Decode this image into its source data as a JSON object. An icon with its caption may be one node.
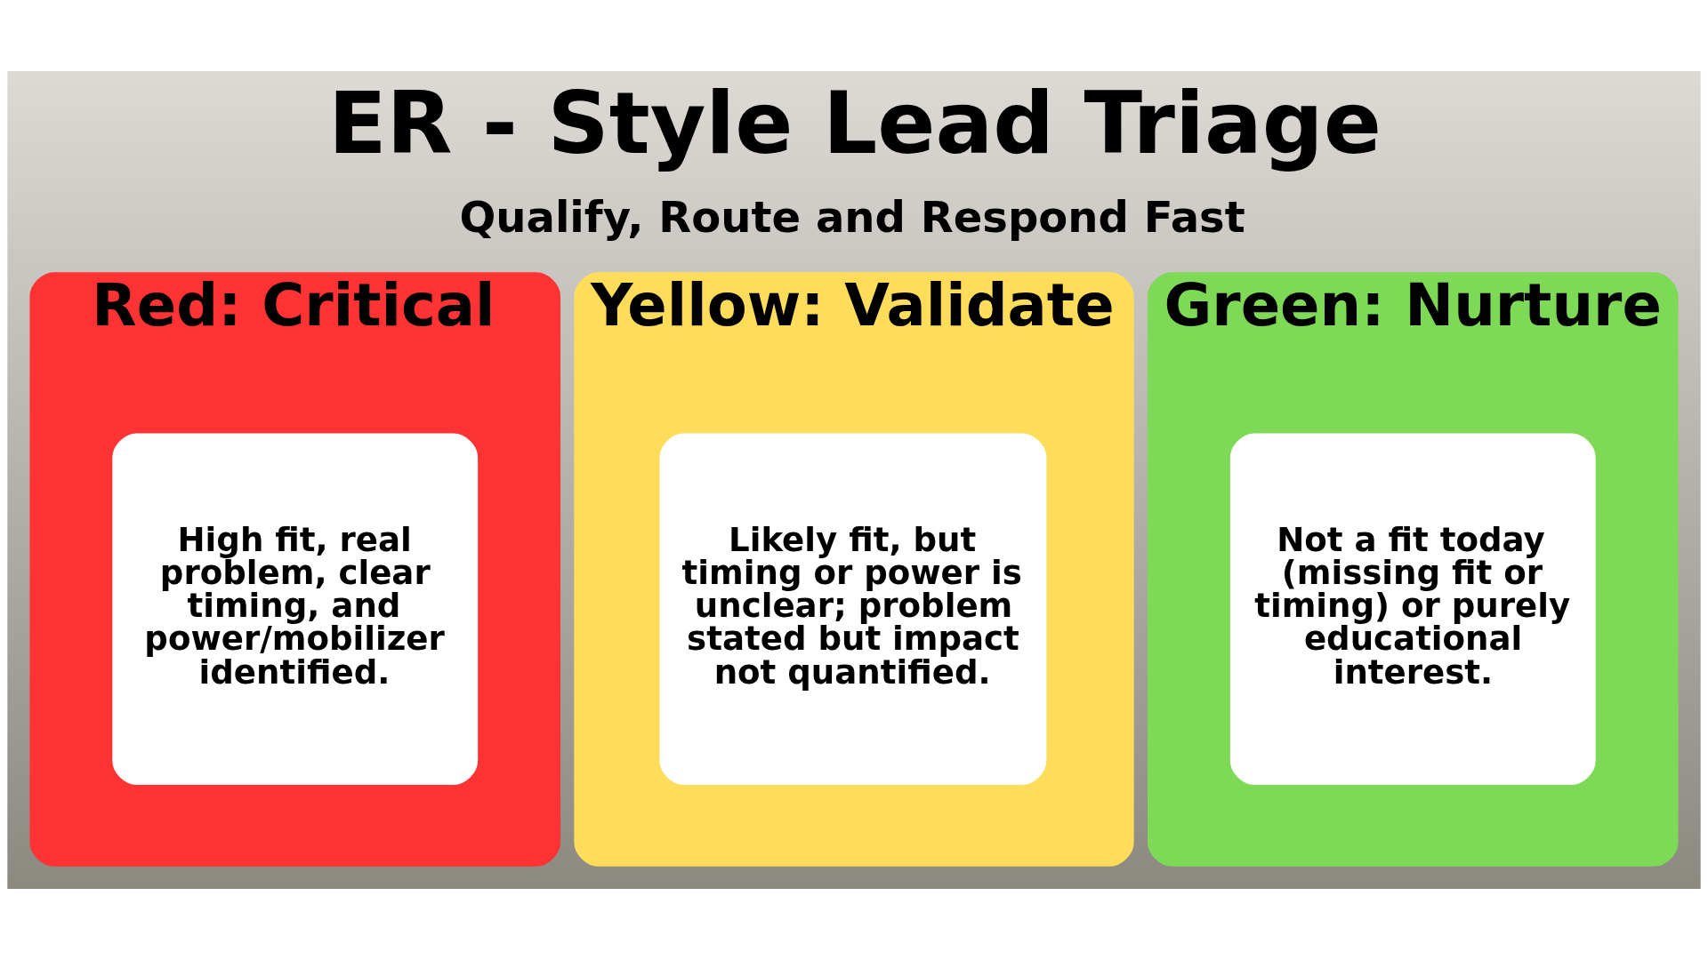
{
  "diagram": {
    "title": "ER - Style Lead Triage",
    "nodes": [
      {
        "text": [
          "Red: Critical"
        ]
      },
      {
        "text": [
          "High fit, real problem, clear timing, and power/mobilizer identified."
        ],
        "in": 0
      },
      {
        "text": [
          "Yellow: Validate"
        ]
      },
      {
        "text": [
          "Likely fit, but timing or power is unclear; problem stated but impact not quantified."
        ],
        "in": 2
      },
      {
        "text": [
          "Green: Nurture"
        ]
      },
      {
        "text": [
          "Not a fit today (missing fit or timing) or purely educational interest."
        ],
        "in": 4
      }
    ],
    "labels": [
      "Qualify, Route and Respond Fast"
    ]
  }
}
